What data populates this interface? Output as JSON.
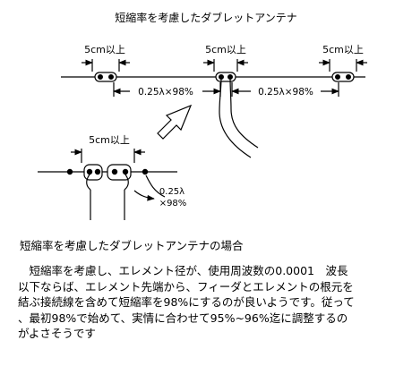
{
  "title": "短縮率を考慮したダブレットアンテナ",
  "labels": {
    "gap_left": "5cm以上",
    "gap_center": "5cm以上",
    "gap_right": "5cm以上",
    "span_left": "0.25λ×98%",
    "span_right": "0.25λ×98%",
    "gap_detail": "5cm以上",
    "detail_len_1": "0.25λ",
    "detail_len_2": "×98%"
  },
  "caption": "短縮率を考慮したダブレットアンテナの場合",
  "paragraph": [
    "　短縮率を考慮し、エレメント径が、使用周波数の0.0001　波長",
    "以下ならば、エレメント先端から、フィーダとエレメントの根元を",
    "結ぶ接続線を含めて短縮率を98%にするのが良いようです。従って",
    "、最初98%で始めて、実情に合わせて95%~96%迄に調整するの",
    "がよさそうです"
  ]
}
